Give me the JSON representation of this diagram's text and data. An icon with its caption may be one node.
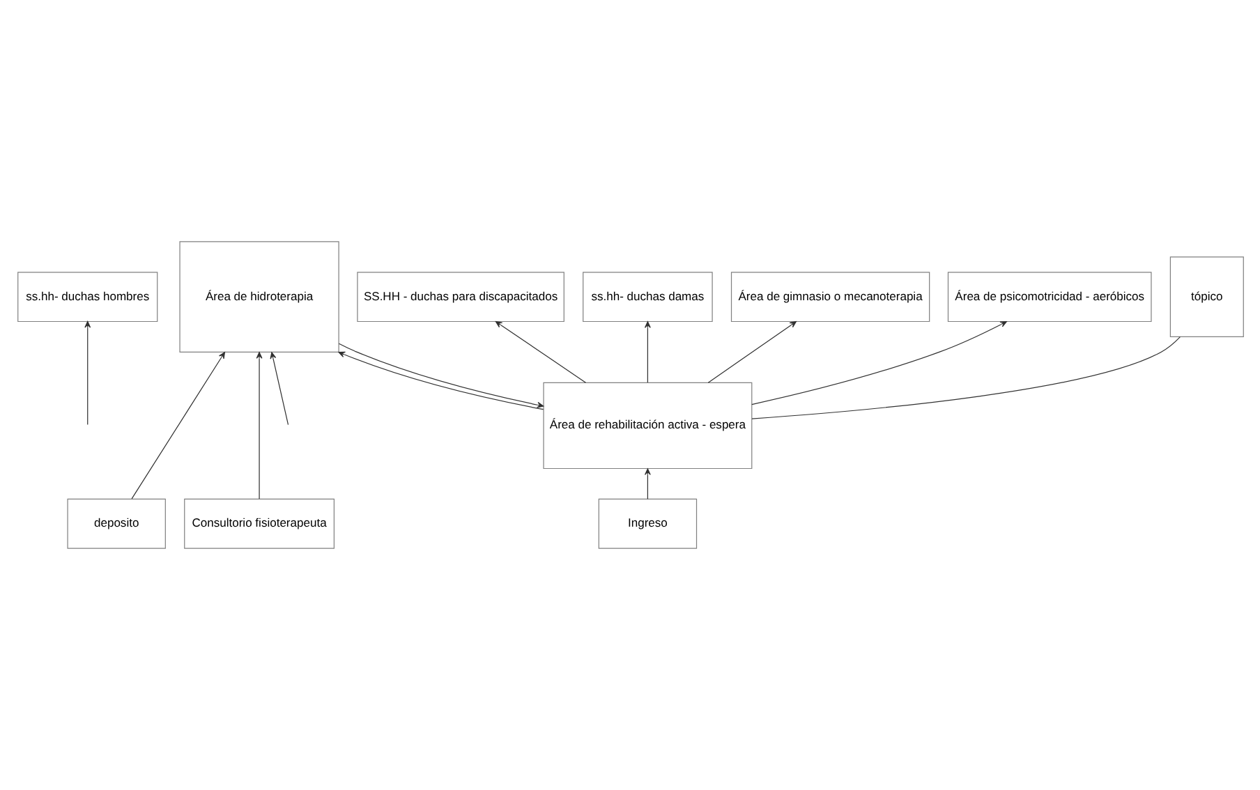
{
  "diagram": {
    "nodes": [
      {
        "text": [
          "ss.hh- duchas hombres"
        ]
      },
      {
        "text": [
          "SS.HH - duchas para discapacitados"
        ]
      },
      {
        "text": [
          "ss.hh- duchas damas"
        ]
      },
      {
        "text": [
          "Área de hidroterapia"
        ]
      },
      {
        "text": [
          "Área de rehabilitación activa - espera"
        ]
      },
      {
        "text": [
          "Área de gimnasio o mecanoterapia"
        ]
      },
      {
        "text": [
          "Área de psicomotricidad - aeróbicos"
        ]
      },
      {
        "text": [
          "tópico"
        ]
      },
      {
        "text": [
          "deposito"
        ]
      },
      {
        "text": [
          "Consultorio fisioterapeuta"
        ]
      },
      {
        "text": [
          "Ingreso"
        ]
      }
    ],
    "edges": [
      {
        "from": null,
        "to": 0,
        "arrow": "to"
      },
      {
        "from": 4,
        "to": 1,
        "arrow": "to"
      },
      {
        "from": 4,
        "to": 2,
        "arrow": "to"
      },
      {
        "from": 3,
        "to": 4,
        "arrow": "to"
      },
      {
        "from": 4,
        "to": 3,
        "arrow": "to"
      },
      {
        "from": 4,
        "to": 5,
        "arrow": "to"
      },
      {
        "from": 4,
        "to": 6,
        "arrow": "to"
      },
      {
        "from": 4,
        "to": 7,
        "arrow": "none"
      },
      {
        "from": null,
        "to": 3,
        "arrow": "to"
      },
      {
        "from": 8,
        "to": 3,
        "arrow": "to"
      },
      {
        "from": 9,
        "to": 3,
        "arrow": "to"
      },
      {
        "from": 10,
        "to": 4,
        "arrow": "to"
      }
    ]
  }
}
